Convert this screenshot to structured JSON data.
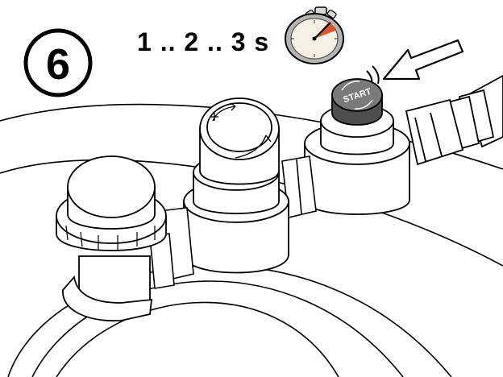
{
  "step": {
    "number": "6"
  },
  "timing": {
    "label": "1 .. 2 .. 3  s"
  },
  "button": {
    "label": "START"
  },
  "icons": {
    "timer": "stopwatch-icon",
    "press": "arrow-left-icon"
  },
  "colors": {
    "line": "#000000",
    "background": "#ffffff",
    "button": "#6b6b6b",
    "stopwatch_accent": "#e0532b",
    "stopwatch_body": "#b4b4b4"
  }
}
